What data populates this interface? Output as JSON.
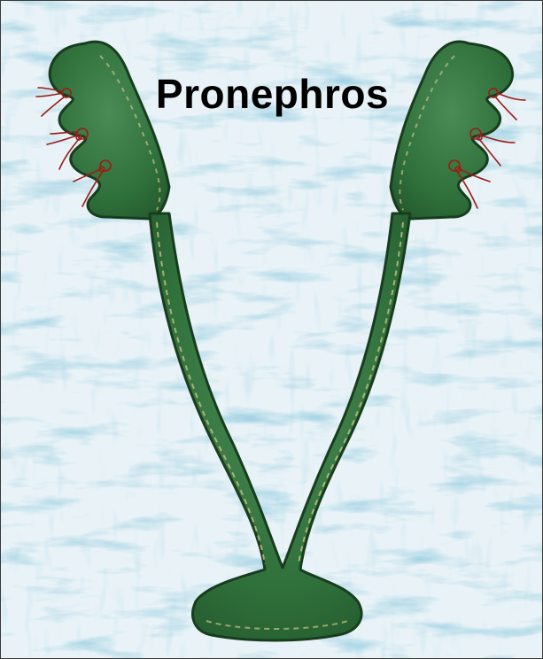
{
  "figure": {
    "title": "Pronephros",
    "colors": {
      "background_light": "#e9f3f7",
      "background_texture": "#5ea6c6",
      "organ_fill": "#2f6f3a",
      "organ_outline": "#173d1e",
      "organ_highlight": "#c9c283",
      "glomus_red": "#9a1e16",
      "title_text": "#000000"
    },
    "structures": [
      {
        "name": "left-pronephric-kidney",
        "tubules": 3
      },
      {
        "name": "right-pronephric-kidney",
        "tubules": 3
      },
      {
        "name": "left-pronephric-duct"
      },
      {
        "name": "right-pronephric-duct"
      },
      {
        "name": "cloaca"
      }
    ]
  }
}
